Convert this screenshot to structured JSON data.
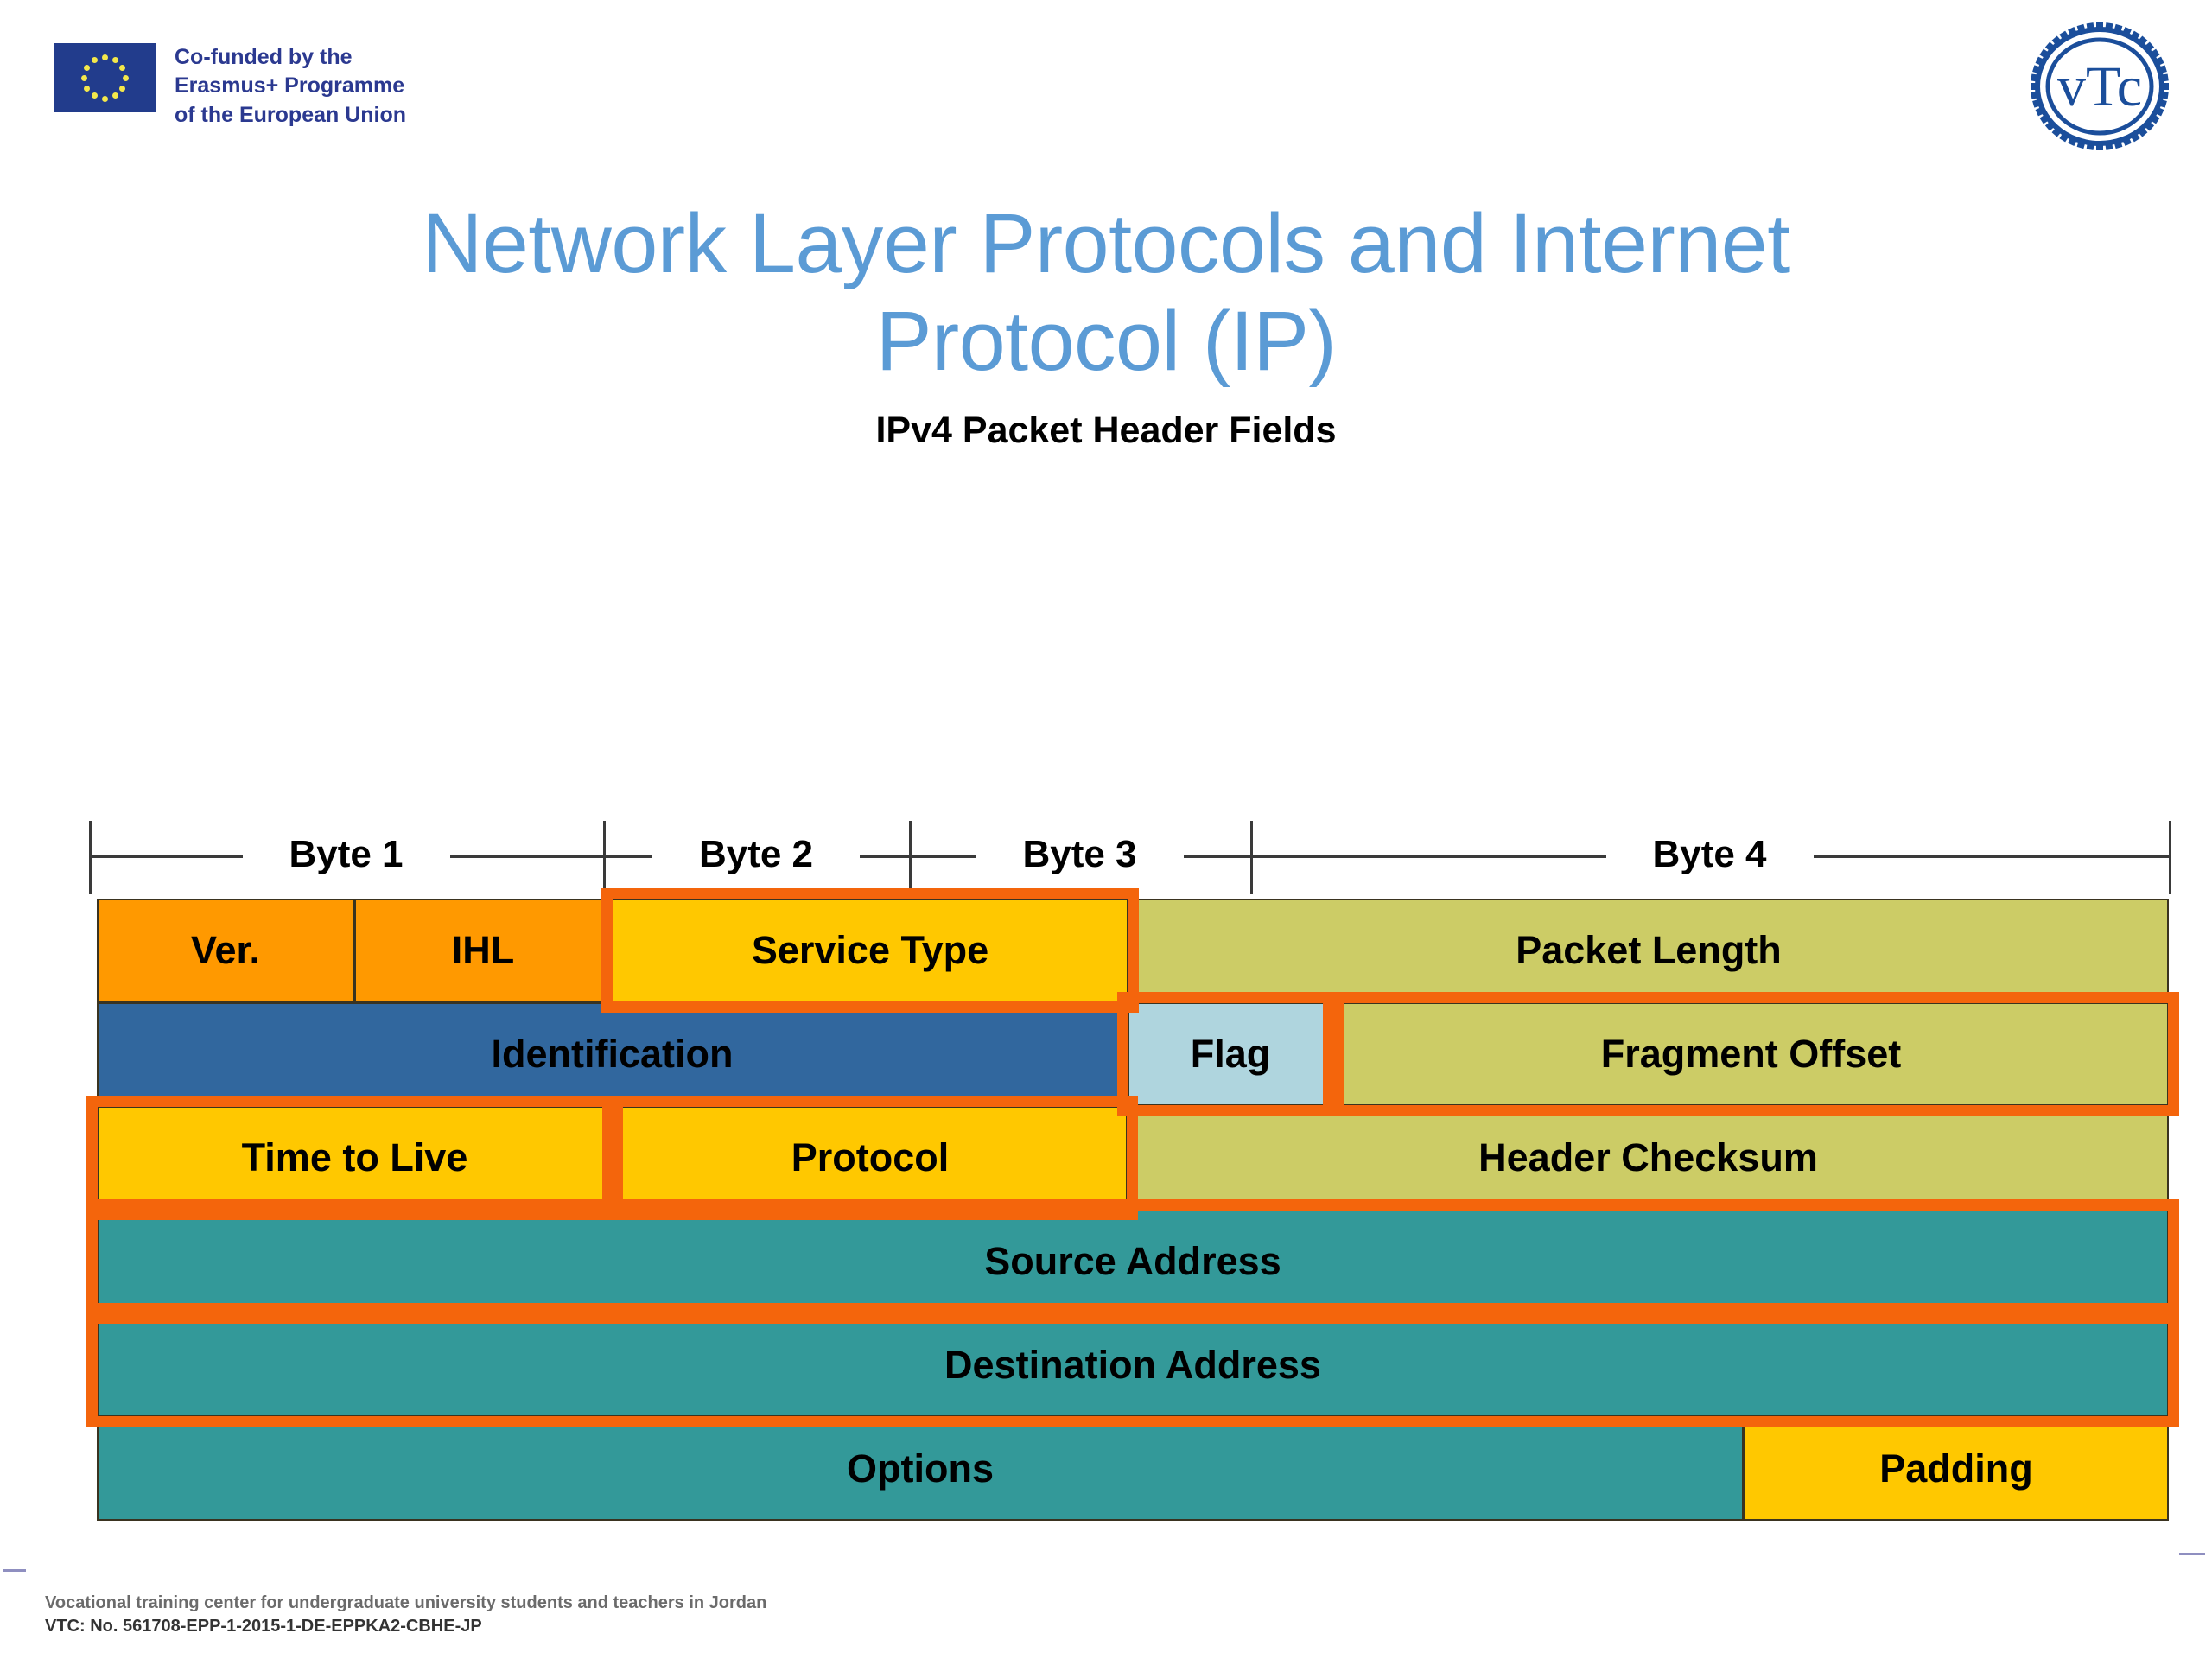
{
  "branding": {
    "eu_logo": {
      "name": "erasmus-eu-logo",
      "lines": [
        "Co-funded by the",
        "Erasmus+ Programme",
        "of the European Union"
      ]
    },
    "vtc_logo": {
      "name": "vtc-logo",
      "text": "vTc"
    }
  },
  "header": {
    "title_line1": "Network Layer Protocols and Internet",
    "title_line2": "Protocol (IP)",
    "title_color": "#5B9BD5",
    "subtitle": "IPv4 Packet Header Fields"
  },
  "diagram": {
    "name": "ipv4-packet-header-diagram",
    "ruler": {
      "labels": [
        "Byte 1",
        "Byte 2",
        "Byte 3",
        "Byte 4"
      ]
    },
    "rows": [
      {
        "index": 1,
        "cells": [
          {
            "label": "Ver.",
            "color": "#FF9900",
            "highlight": false
          },
          {
            "label": "IHL",
            "color": "#FF9900",
            "highlight": false
          },
          {
            "label": "Service Type",
            "color": "#FFC800",
            "highlight": true
          },
          {
            "label": "Packet Length",
            "color": "#CCCC66",
            "highlight": false
          }
        ]
      },
      {
        "index": 2,
        "cells": [
          {
            "label": "Identification",
            "color": "#31679E",
            "highlight": false
          },
          {
            "label": "Flag",
            "color": "#AFD5DE",
            "highlight": true
          },
          {
            "label": "Fragment Offset",
            "color": "#CCCC66",
            "highlight": true
          }
        ]
      },
      {
        "index": 3,
        "cells": [
          {
            "label": "Time to Live",
            "color": "#FFC800",
            "highlight": true
          },
          {
            "label": "Protocol",
            "color": "#FFC800",
            "highlight": true
          },
          {
            "label": "Header Checksum",
            "color": "#CCCC66",
            "highlight": false
          }
        ]
      },
      {
        "index": 4,
        "cells": [
          {
            "label": "Source Address",
            "color": "#339999",
            "highlight": true
          }
        ]
      },
      {
        "index": 5,
        "cells": [
          {
            "label": "Destination Address",
            "color": "#339999",
            "highlight": true
          }
        ]
      },
      {
        "index": 6,
        "cells": [
          {
            "label": "Options",
            "color": "#339999",
            "highlight": false
          },
          {
            "label": "Padding",
            "color": "#FFC800",
            "highlight": false
          }
        ]
      }
    ],
    "highlight_color": "#F4650C"
  },
  "footer": {
    "line1": "Vocational training center for undergraduate university students and teachers  in Jordan",
    "line2": "VTC: No. 561708-EPP-1-2015-1-DE-EPPKA2-CBHE-JP"
  }
}
